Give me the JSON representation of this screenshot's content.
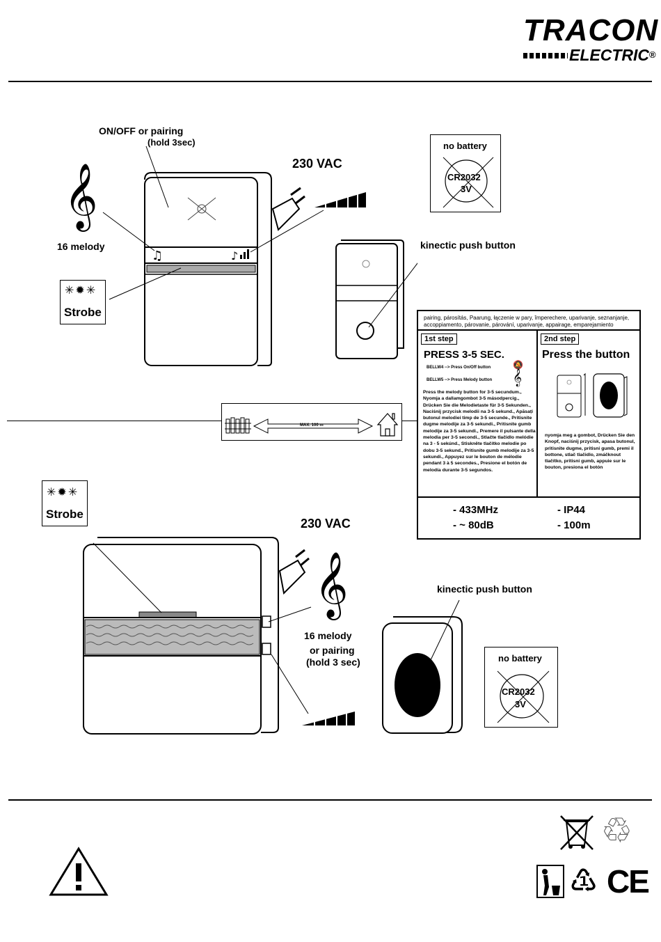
{
  "header": {
    "brand": "TRACON",
    "brand_sub": "ELECTRIC",
    "registered": "®"
  },
  "top_device": {
    "onoff_label_line1": "ON/OFF or pairing",
    "onoff_label_line2": "(hold 3sec)",
    "voltage": "230 VAC",
    "melody": "16 melody",
    "strobe": "Strobe",
    "push_button": "kinectic push button",
    "no_battery": "no battery",
    "battery_model": "CR2032",
    "battery_voltage": "3V"
  },
  "range": {
    "distance": "MAX. 100 m"
  },
  "info_panel": {
    "pairing_words": "pairing, párosítás, Paarung, łączenie w pary, împerechere, uparivanje, seznanjanje, accoppiamento, párovanie, párování, uparivanje, appairage, emparejamiento",
    "step1_tag": "1st step",
    "step1_title": "PRESS 3-5 SEC.",
    "bellw4": "BELLW4 --> Press On/Off button",
    "bellw5": "BELLW5 --> Press Melody button",
    "step1_text": "Press the melody button for 3-5 secundum., Nyomja a dallamgombot 3-5 másodpercig., Drücken Sie die Melodietaste für 3-5 Sekunden., Naciśnij przycisk melodii na 3-5 sekund., Apăsați butonul melodiei timp de 3-5 secunde., Pritisnite dugme melodije za 3-5 sekundi., Pritisnite gumb melodije za 3-5 sekundi., Premere il pulsante della melodia per 3-5 secondi., Stlačte tlačidlo melódie na 3 - 5 sekúnd., Stiskněte tlačítko melodie po dobu 3-5 sekund., Pritisnite gumb melodije za 3-5 sekundi., Appuyez sur le bouton de mélodie pendant 3 à 5 secondes., Presione el botón de melodía durante 3-5 segundos.",
    "step2_tag": "2nd step",
    "step2_title": "Press the button",
    "step2_text": "nyomja meg a gombot, Drücken Sie den Knopf, naciśnij przycisk, apasa butonul, pritisnite dugme, pritisni gumb, premi il bottone, stlač tlačidlo, zmáčknout tlačítko, pritisni gumb, appuie sur le bouton, presiona el botón",
    "spec_freq": "- 433MHz",
    "spec_ip": "- IP44",
    "spec_db": "- ~ 80dB",
    "spec_range": "- 100m"
  },
  "bottom_device": {
    "strobe": "Strobe",
    "voltage": "230 VAC",
    "melody_line1": "16 melody",
    "melody_line2": "or pairing",
    "melody_line3": "(hold 3 sec)",
    "push_button": "kinectic push button",
    "no_battery": "no battery",
    "battery_model": "CR2032",
    "battery_voltage": "3V"
  },
  "footer": {
    "ce_mark": "CE"
  }
}
